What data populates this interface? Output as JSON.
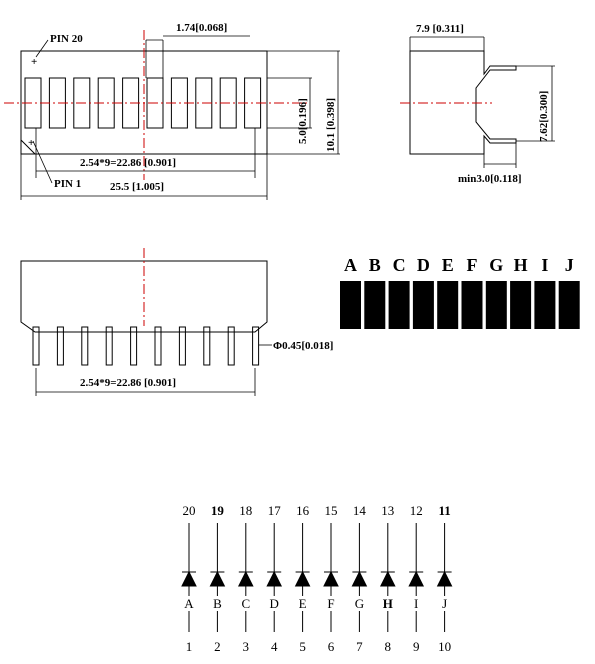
{
  "front_view": {
    "pin20_label": "PIN 20",
    "pin1_label": "PIN 1",
    "segment_width": "1.74[0.068]",
    "segment_height": "5.0[0.196]",
    "body_height": "10.1 [0.398]",
    "pitch_span": "2.54*9=22.86 [0.901]",
    "body_length": "25.5 [1.005]"
  },
  "side_view": {
    "depth": "7.9 [0.311]",
    "row_spacing": "7.62[0.300]",
    "lead_length": "min3.0[0.118]"
  },
  "bottom_view": {
    "pin_diameter": "Φ0.45[0.018]",
    "pitch_span": "2.54*9=22.86 [0.901]"
  },
  "segment_letters": [
    "A",
    "B",
    "C",
    "D",
    "E",
    "F",
    "G",
    "H",
    "I",
    "J"
  ],
  "schematic": {
    "anodes": [
      "20",
      "19",
      "18",
      "17",
      "16",
      "15",
      "14",
      "13",
      "12",
      "11"
    ],
    "labels": [
      "A",
      "B",
      "C",
      "D",
      "E",
      "F",
      "G",
      "H",
      "I",
      "J"
    ],
    "cathodes": [
      "1",
      "2",
      "3",
      "4",
      "5",
      "6",
      "7",
      "8",
      "9",
      "10"
    ]
  }
}
